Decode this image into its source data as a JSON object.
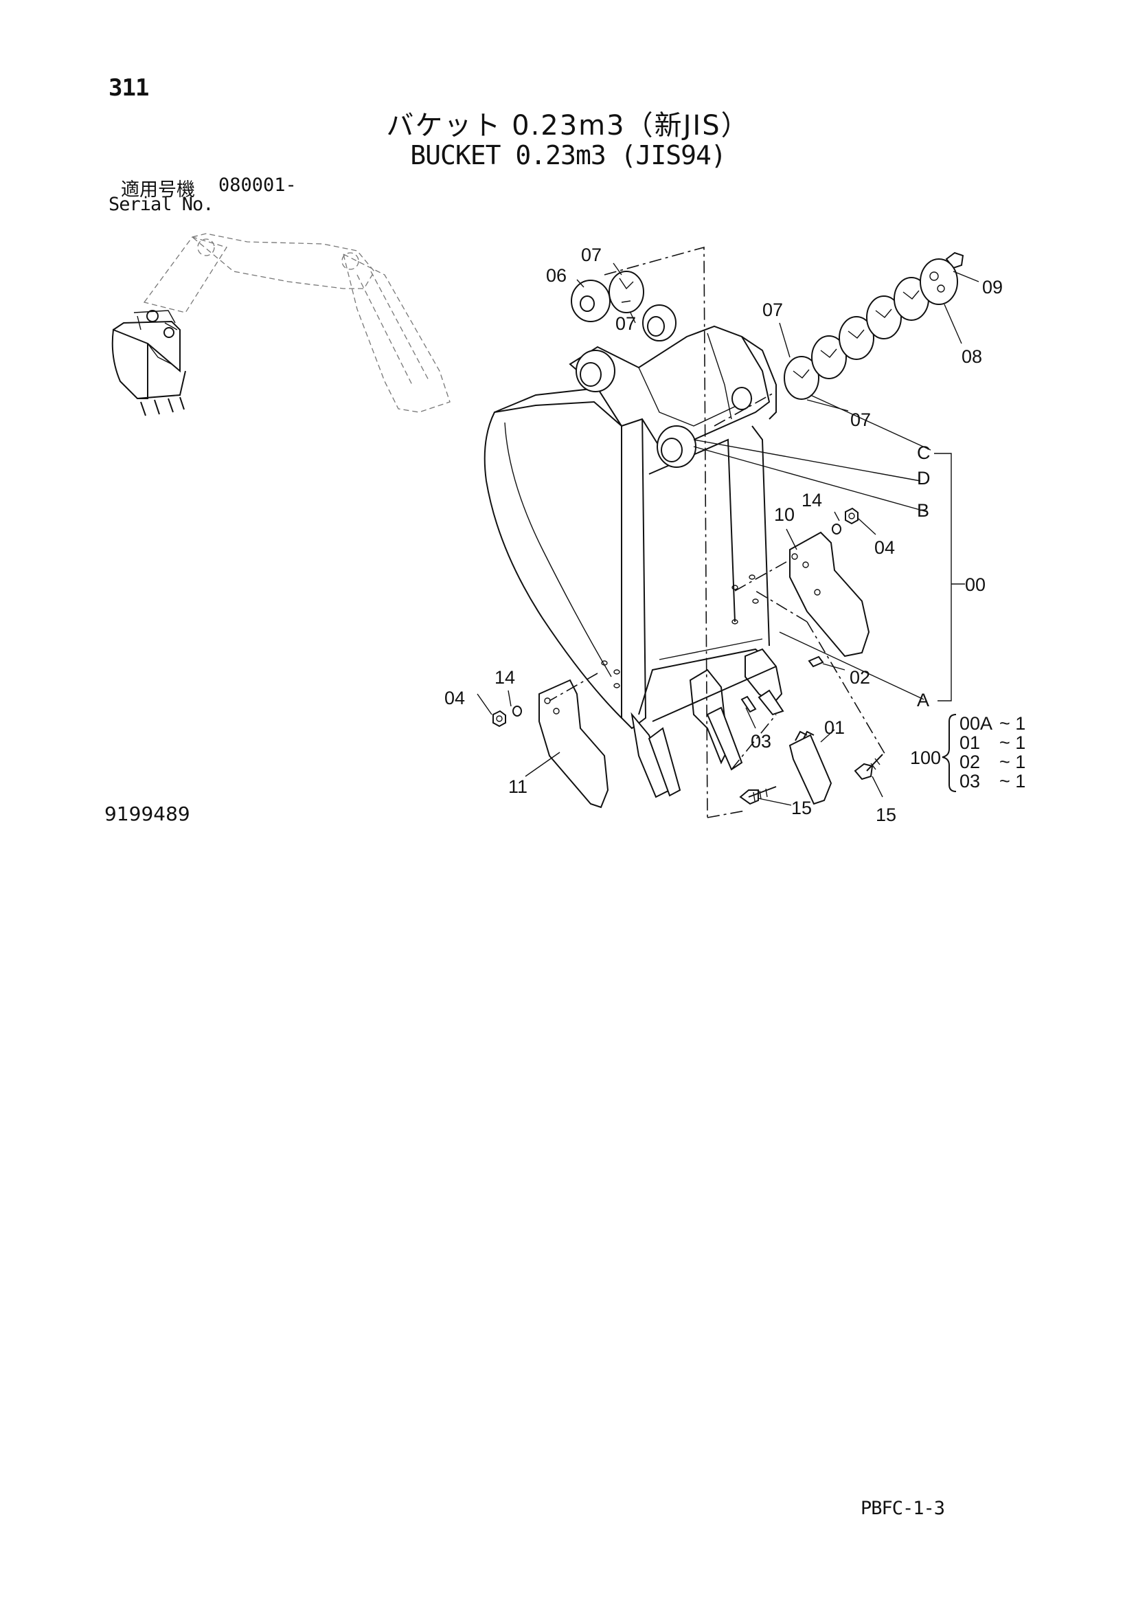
{
  "header": {
    "page_number": "311",
    "title_jp": "バケット 0.23m3（新JIS）",
    "title_en": "BUCKET 0.23m3 (JIS94)",
    "serial_label_jp": "適用号機",
    "serial_value": "080001-",
    "serial_label_en": "Serial No."
  },
  "callouts": {
    "c06": "06",
    "c07_top": "07",
    "c07_mid": "07",
    "c07_right_top": "07",
    "c07_right_bottom": "07",
    "c09": "09",
    "c08": "08",
    "ref_C": "C",
    "ref_D": "D",
    "ref_B": "B",
    "ref_A": "A",
    "c10": "10",
    "c14_right": "14",
    "c04_right": "04",
    "c00": "00",
    "c02": "02",
    "c14_left": "14",
    "c04_left": "04",
    "c03": "03",
    "c01": "01",
    "c11": "11",
    "c15_left": "15",
    "c15_right": "15"
  },
  "assembly": {
    "label": "100",
    "items": [
      {
        "part": "00A",
        "qty": "~ 1"
      },
      {
        "part": "01",
        "qty": "~ 1"
      },
      {
        "part": "02",
        "qty": "~ 1"
      },
      {
        "part": "03",
        "qty": "~ 1"
      }
    ]
  },
  "footer": {
    "drawing_number": "9199489",
    "page_code": "PBFC-1-3"
  }
}
